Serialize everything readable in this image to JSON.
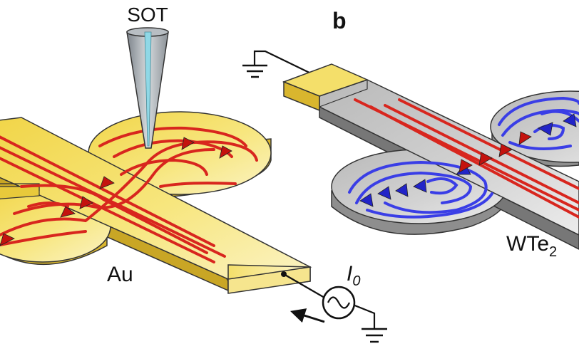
{
  "labels": {
    "probe": "SOT",
    "panel_b": "b",
    "left_material": "Au",
    "right_material_base": "WTe",
    "right_material_sub": "2",
    "current_base": "I",
    "current_sub": "0"
  },
  "colors": {
    "gold_top": "#f3dd5a",
    "gold_light": "#fbf1b0",
    "gold_side": "#d9b62e",
    "gold_dark": "#b8921a",
    "gray_top": "#c4c4c4",
    "gray_light": "#e2e2e2",
    "gray_side": "#8e8e8e",
    "gray_dark": "#6a6a6a",
    "flow_red": "#d8261e",
    "flow_blue": "#3a3ee6",
    "probe_body": "#9aa0a6",
    "probe_core": "#8fd8e6"
  }
}
